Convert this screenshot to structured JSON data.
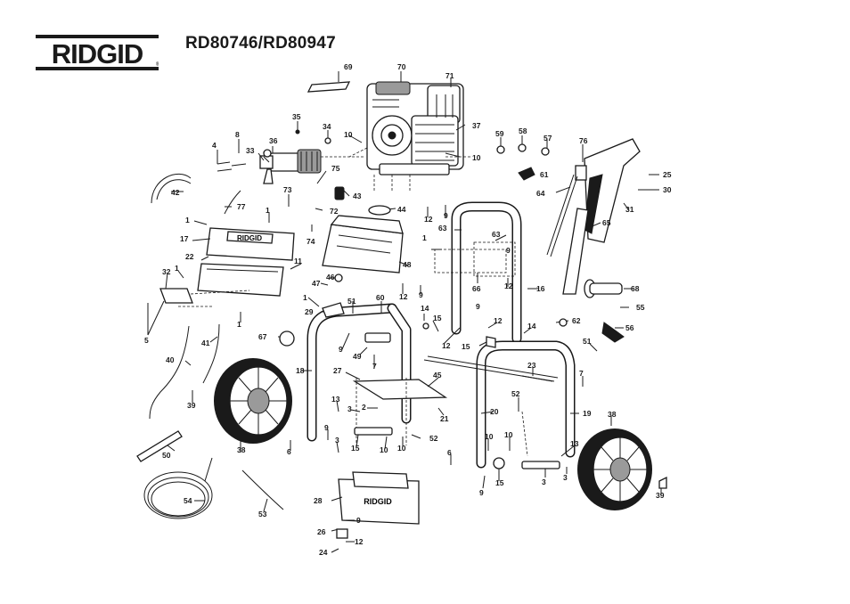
{
  "header": {
    "brand_name": "RIDGID",
    "model_title": "RD80746/RD80947"
  },
  "callouts": [
    {
      "label": "69"
    },
    {
      "label": "70"
    },
    {
      "label": "71"
    },
    {
      "label": "35"
    },
    {
      "label": "34"
    },
    {
      "label": "10"
    },
    {
      "label": "37"
    },
    {
      "label": "59"
    },
    {
      "label": "58"
    },
    {
      "label": "57"
    },
    {
      "label": "76"
    },
    {
      "label": "8"
    },
    {
      "label": "4"
    },
    {
      "label": "33"
    },
    {
      "label": "36"
    },
    {
      "label": "10"
    },
    {
      "label": "61"
    },
    {
      "label": "25"
    },
    {
      "label": "75"
    },
    {
      "label": "42"
    },
    {
      "label": "73"
    },
    {
      "label": "43"
    },
    {
      "label": "64"
    },
    {
      "label": "30"
    },
    {
      "label": "31"
    },
    {
      "label": "77"
    },
    {
      "label": "72"
    },
    {
      "label": "44"
    },
    {
      "label": "1"
    },
    {
      "label": "1"
    },
    {
      "label": "12"
    },
    {
      "label": "9"
    },
    {
      "label": "65"
    },
    {
      "label": "74"
    },
    {
      "label": "63"
    },
    {
      "label": "63"
    },
    {
      "label": "17"
    },
    {
      "label": "1"
    },
    {
      "label": "9"
    },
    {
      "label": "22"
    },
    {
      "label": "11"
    },
    {
      "label": "48"
    },
    {
      "label": "1"
    },
    {
      "label": "32"
    },
    {
      "label": "46"
    },
    {
      "label": "47"
    },
    {
      "label": "12"
    },
    {
      "label": "9"
    },
    {
      "label": "66"
    },
    {
      "label": "12"
    },
    {
      "label": "16"
    },
    {
      "label": "68"
    },
    {
      "label": "1"
    },
    {
      "label": "51"
    },
    {
      "label": "60"
    },
    {
      "label": "14"
    },
    {
      "label": "15"
    },
    {
      "label": "9"
    },
    {
      "label": "55"
    },
    {
      "label": "29"
    },
    {
      "label": "62"
    },
    {
      "label": "1"
    },
    {
      "label": "5"
    },
    {
      "label": "12"
    },
    {
      "label": "12"
    },
    {
      "label": "14"
    },
    {
      "label": "56"
    },
    {
      "label": "67"
    },
    {
      "label": "15"
    },
    {
      "label": "41"
    },
    {
      "label": "51"
    },
    {
      "label": "9"
    },
    {
      "label": "49"
    },
    {
      "label": "40"
    },
    {
      "label": "7"
    },
    {
      "label": "23"
    },
    {
      "label": "18"
    },
    {
      "label": "27"
    },
    {
      "label": "45"
    },
    {
      "label": "7"
    },
    {
      "label": "52"
    },
    {
      "label": "39"
    },
    {
      "label": "13"
    },
    {
      "label": "2"
    },
    {
      "label": "21"
    },
    {
      "label": "20"
    },
    {
      "label": "19"
    },
    {
      "label": "3"
    },
    {
      "label": "38"
    },
    {
      "label": "9"
    },
    {
      "label": "3"
    },
    {
      "label": "52"
    },
    {
      "label": "10"
    },
    {
      "label": "10"
    },
    {
      "label": "15"
    },
    {
      "label": "10"
    },
    {
      "label": "10"
    },
    {
      "label": "13"
    },
    {
      "label": "50"
    },
    {
      "label": "38"
    },
    {
      "label": "6"
    },
    {
      "label": "6"
    },
    {
      "label": "3"
    },
    {
      "label": "3"
    },
    {
      "label": "15"
    },
    {
      "label": "9"
    },
    {
      "label": "39"
    },
    {
      "label": "54"
    },
    {
      "label": "28"
    },
    {
      "label": "53"
    },
    {
      "label": "9"
    },
    {
      "label": "26"
    },
    {
      "label": "12"
    },
    {
      "label": "24"
    }
  ]
}
